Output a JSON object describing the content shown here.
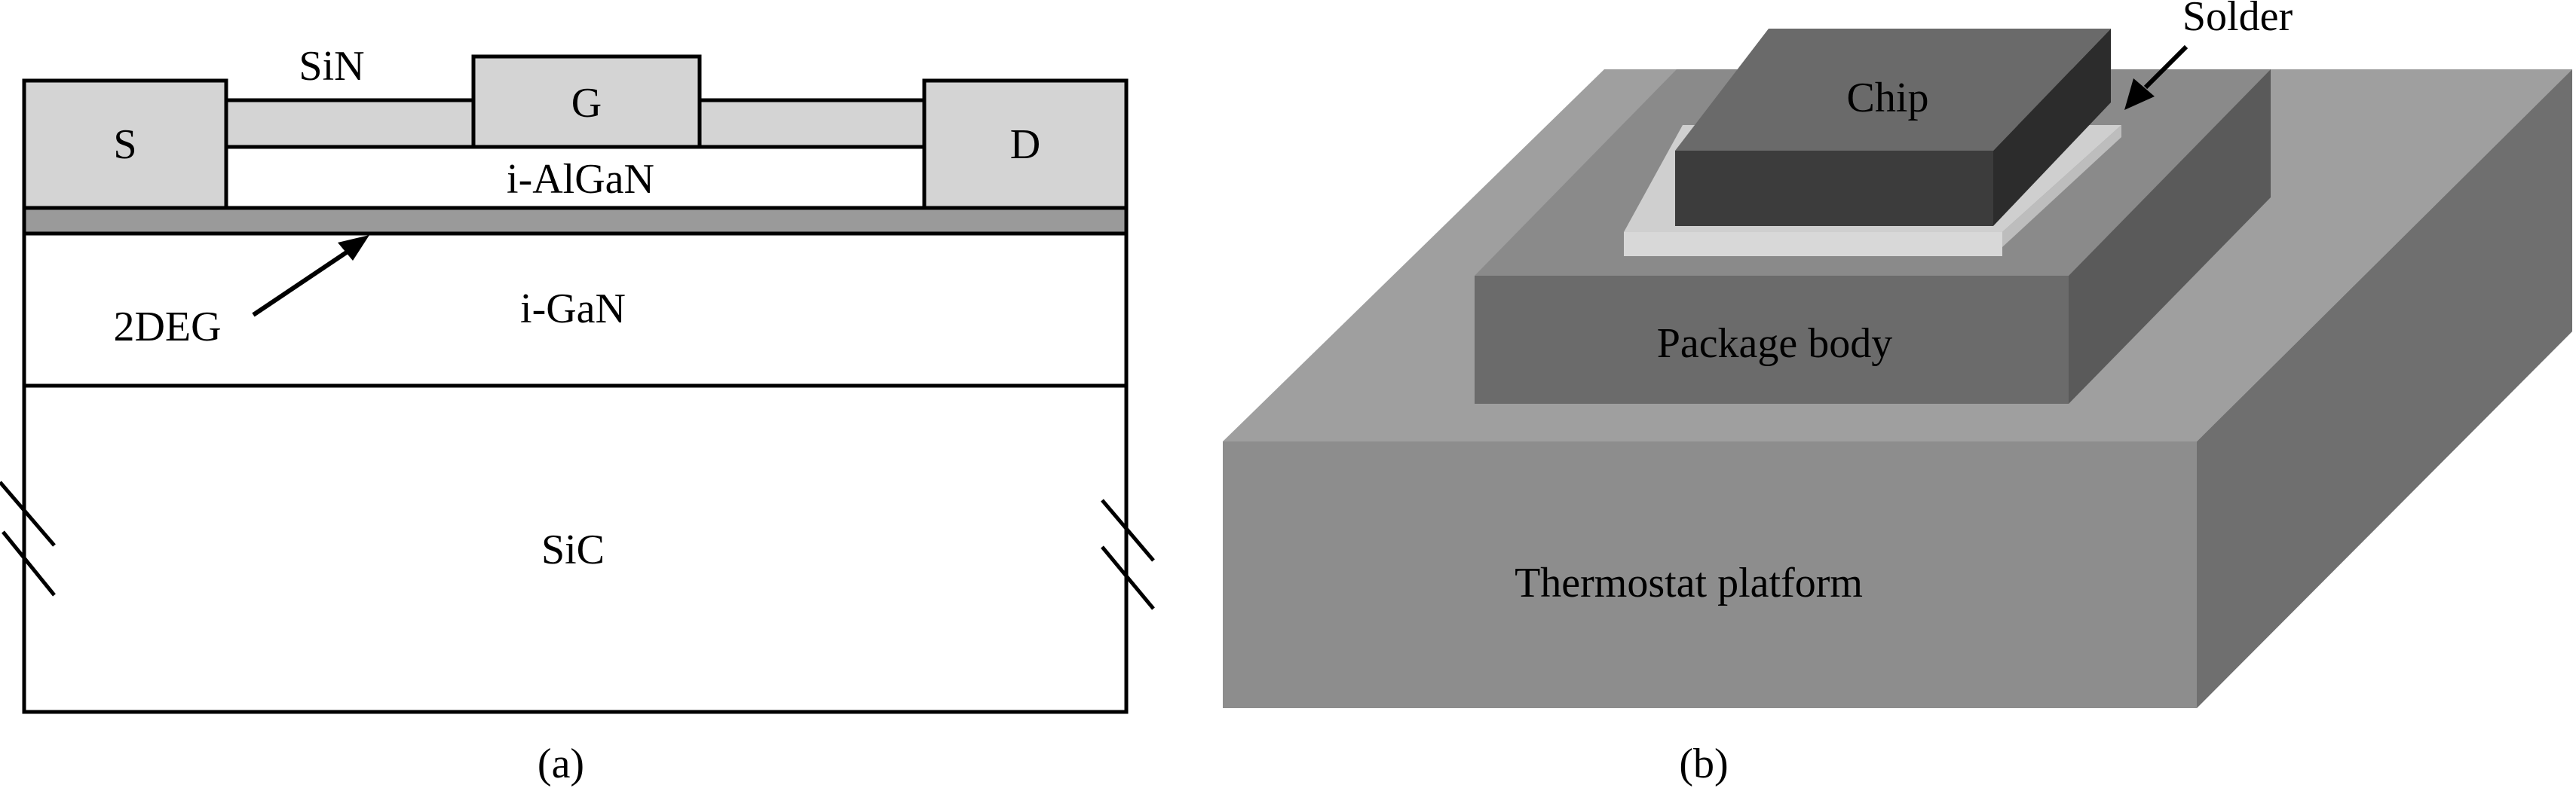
{
  "panel_a": {
    "labels": {
      "source": "S",
      "gate": "G",
      "drain": "D",
      "passivation": "SiN",
      "barrier": "i-AlGaN",
      "channel_marker": "2DEG",
      "buffer": "i-GaN",
      "substrate": "SiC"
    },
    "caption": "(a)",
    "colors": {
      "metal": "#d4d4d4",
      "two_deg": "#9a9a9a",
      "outline": "#000000"
    }
  },
  "panel_b": {
    "labels": {
      "chip": "Chip",
      "solder": "Solder",
      "package": "Package body",
      "platform": "Thermostat platform"
    },
    "caption": "(b)",
    "colors": {
      "platform_top": "#9f9f9f",
      "platform_front": "#8d8d8d",
      "platform_side": "#6f6f6f",
      "package_top": "#8a8a8a",
      "package_front": "#6b6b6b",
      "package_side": "#5a5a5a",
      "solder": "#cfcfcf",
      "chip_top": "#6a6a6a",
      "chip_front": "#3c3c3c",
      "chip_side": "#2c2c2c"
    }
  }
}
